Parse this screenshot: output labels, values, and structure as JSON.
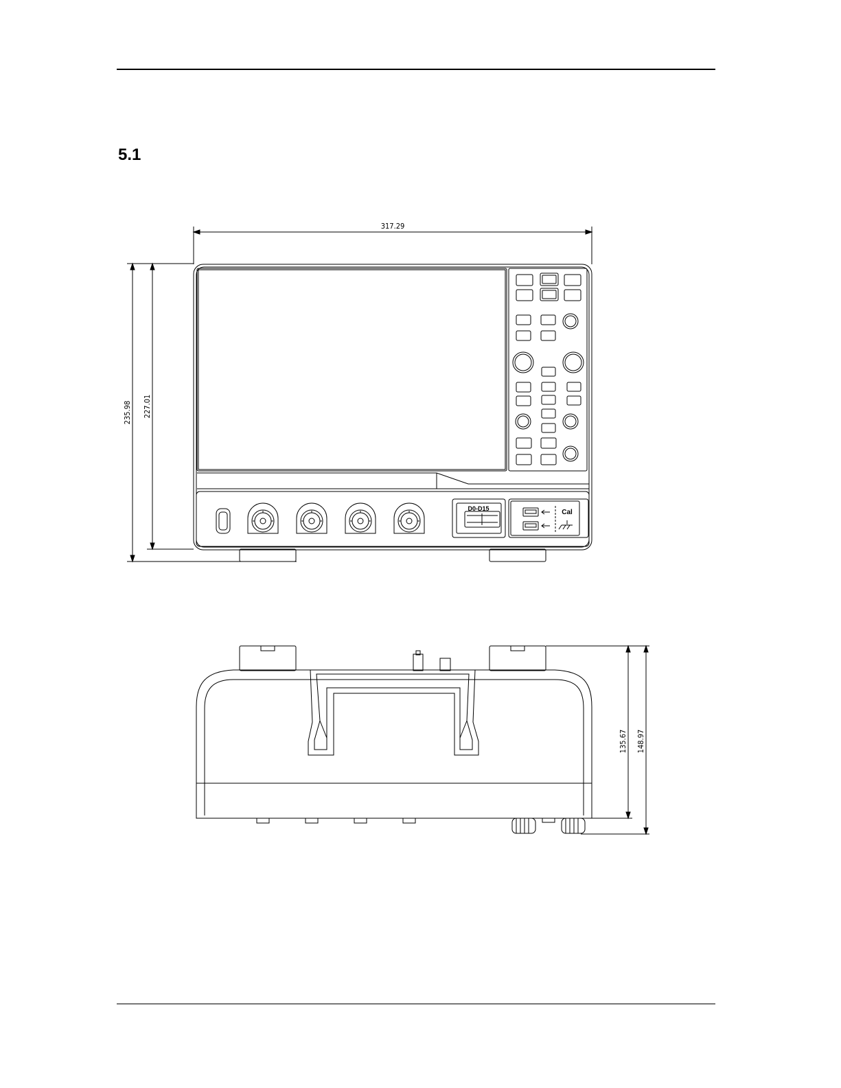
{
  "page": {
    "section_number": "5.1"
  },
  "front_view": {
    "width_dimension": "317.29",
    "height_dimension_outer": "235.98",
    "height_dimension_inner": "227.01",
    "digital_port_label": "D0-D15",
    "cal_label": "Cal",
    "channel_count": 4
  },
  "top_view": {
    "depth_dimension_inner": "135.67",
    "depth_dimension_outer": "148.97"
  }
}
